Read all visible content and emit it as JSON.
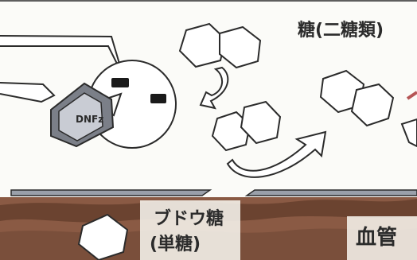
{
  "labels": {
    "sugar_disaccharide": "糖(二糖類)",
    "glucose": "ブドウ糖",
    "monosaccharide": "(単糖)",
    "blood_vessel": "血管"
  },
  "badge": {
    "text": "DNFz"
  },
  "icons": {
    "intestine_cell": "intestine-cell",
    "enzyme_face": "enzyme-face-icon",
    "arrow": "arrow-icon",
    "hexagon": "hexagon-molecule-icon"
  },
  "colors": {
    "ink": "#2b2b2b",
    "vessel_brown": "#8a5a44",
    "vessel_dark": "#6b4330",
    "wall_gray": "#8b8f99",
    "paper": "#fbfbf8"
  }
}
